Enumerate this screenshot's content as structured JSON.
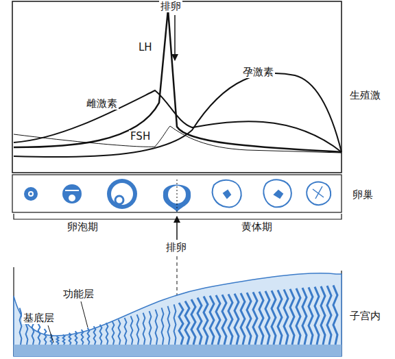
{
  "diagram": {
    "labels": [
      "排卵",
      "LH",
      "孕激素",
      "雌激素",
      "FSH",
      "生殖激",
      "卵巢",
      "卵泡期",
      "排卵",
      "黄体期",
      "功能层",
      "基底层",
      "子宫内"
    ]
  }
}
